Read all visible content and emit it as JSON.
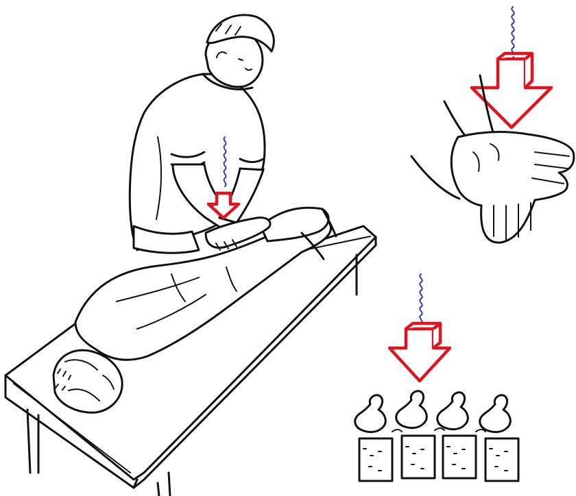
{
  "figure": {
    "panels": [
      {
        "id": "treatment-scene",
        "icon": "therapist-pressing-on-prone-patient"
      },
      {
        "id": "hand-detail",
        "icon": "stacked-hands-with-pressure-arrow"
      },
      {
        "id": "spine-detail",
        "icon": "lumbar-vertebrae-with-pressure-arrow"
      }
    ],
    "colors": {
      "ink": "#111111",
      "pressure_arrow": "#e0141e",
      "vibration_wave": "#2a3fb5",
      "background": "#ffffff"
    }
  }
}
